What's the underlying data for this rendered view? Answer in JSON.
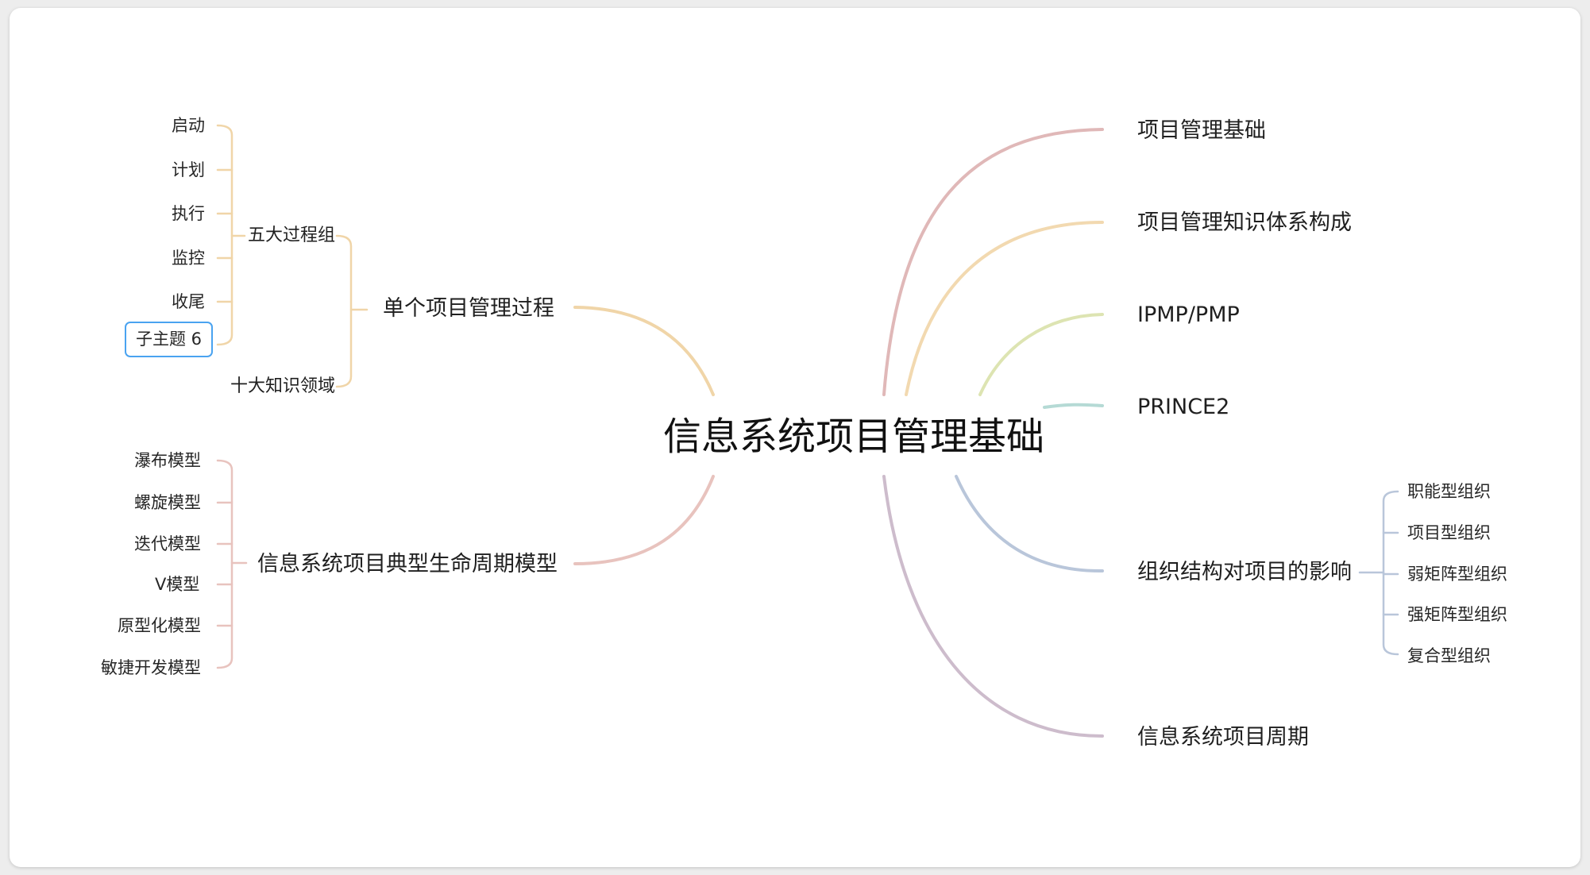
{
  "root": "信息系统项目管理基础",
  "left_branches": [
    {
      "title": "单个项目管理过程",
      "color": "#f0d5a8",
      "groups": [
        {
          "title": "五大过程组",
          "children": [
            "启动",
            "计划",
            "执行",
            "监控",
            "收尾",
            "子主题 6"
          ]
        },
        {
          "title": "十大知识领域",
          "children": []
        }
      ]
    },
    {
      "title": "信息系统项目典型生命周期模型",
      "color": "#e8c3be",
      "children": [
        "瀑布模型",
        "螺旋模型",
        "迭代模型",
        "V模型",
        "原型化模型",
        "敏捷开发模型"
      ]
    }
  ],
  "right_branches": [
    {
      "title": "项目管理基础",
      "color": "#e0b8b8",
      "children": []
    },
    {
      "title": "项目管理知识体系构成",
      "color": "#f2d9b0",
      "children": []
    },
    {
      "title": "IPMP/PMP",
      "color": "#dde4b2",
      "children": []
    },
    {
      "title": "PRINCE2",
      "color": "#b5dad5",
      "children": []
    },
    {
      "title": "组织结构对项目的影响",
      "color": "#b9c6da",
      "children": [
        "职能型组织",
        "项目型组织",
        "弱矩阵型组织",
        "强矩阵型组织",
        "复合型组织"
      ]
    },
    {
      "title": "信息系统项目周期",
      "color": "#cdbccc",
      "children": []
    }
  ],
  "selected_node": "子主题 6",
  "colors": {
    "selection": "#4aa3f0",
    "canvas": "#ffffff",
    "background": "#ededed"
  }
}
